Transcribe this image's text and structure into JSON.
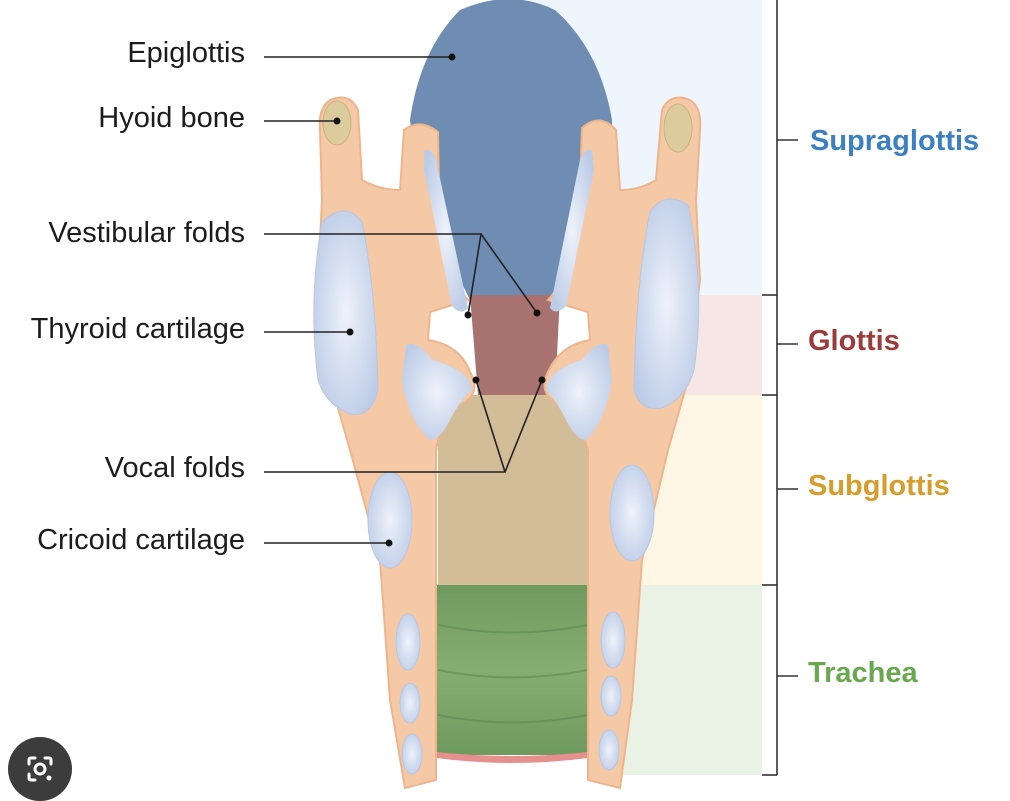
{
  "labels": {
    "epiglottis": "Epiglottis",
    "hyoid_bone": "Hyoid bone",
    "vestibular_folds": "Vestibular folds",
    "thyroid_cartilage": "Thyroid cartilage",
    "vocal_folds": "Vocal folds",
    "cricoid_cartilage": "Cricoid cartilage"
  },
  "regions": {
    "supraglottis": "Supraglottis",
    "glottis": "Glottis",
    "subglottis": "Subglottis",
    "trachea": "Trachea"
  },
  "colors": {
    "supraglottis": "#3b7fc4",
    "glottis": "#9c3b3b",
    "subglottis": "#d89c2b",
    "trachea": "#6aa84f",
    "tissue": "#f5c9a6",
    "cartilage": "#d9e2f3",
    "epiglottis": "#6f8db3"
  },
  "icons": {
    "lens": "lens-icon"
  }
}
